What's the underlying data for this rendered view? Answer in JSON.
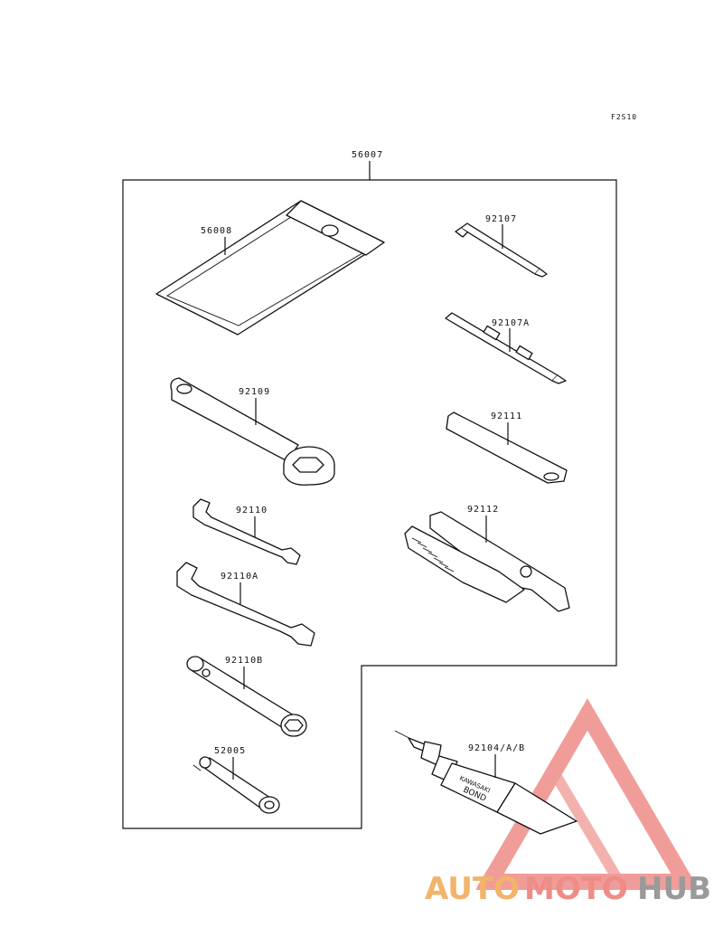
{
  "figure_code": "F2S10",
  "assembly_label": "56007",
  "parts": {
    "case": "56008",
    "screwdriver": "92107",
    "screwdriver_a": "92107A",
    "ring_wrench": "92109",
    "bar": "92111",
    "wrench": "92110",
    "pliers": "92112",
    "wrench_a": "92110A",
    "box_wrench": "92110B",
    "bond": "92104/A/B",
    "socket": "52005"
  },
  "tube_text": {
    "line1": "KAWASAKI",
    "line2": "BOND"
  },
  "watermark": {
    "part1": "AUTO",
    "part2": "MOTO",
    "part3": "HUB",
    "colors": {
      "orange": "#f2b36a",
      "pink": "#ee8c88",
      "gray": "#9a9a9a"
    }
  }
}
